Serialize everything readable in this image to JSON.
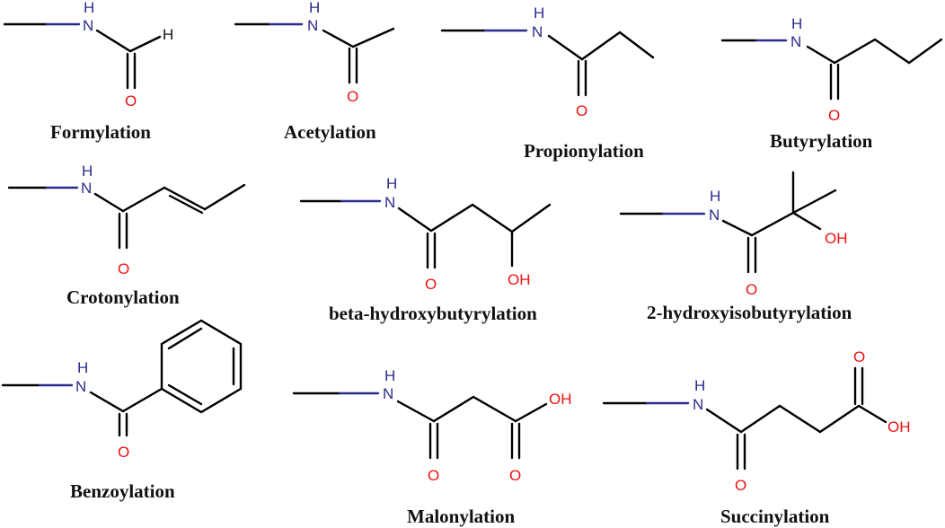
{
  "colors": {
    "bond": "#000000",
    "nitrogen": "#2b2b8c",
    "oxygen": "#ee1111",
    "hydrogen": "#111111"
  },
  "atoms": {
    "nh": "H",
    "n": "N",
    "o": "O",
    "oh": "OH",
    "h": "H"
  },
  "structures": [
    {
      "id": "formylation",
      "name": "Formylation"
    },
    {
      "id": "acetylation",
      "name": "Acetylation"
    },
    {
      "id": "propionylation",
      "name": "Propionylation"
    },
    {
      "id": "butyrylation",
      "name": "Butyrylation"
    },
    {
      "id": "crotonylation",
      "name": "Crotonylation"
    },
    {
      "id": "beta-hydroxybutyrylation",
      "name": "beta-hydroxybutyrylation"
    },
    {
      "id": "2-hydroxyisobutyrylation",
      "name": "2-hydroxyisobutyrylation"
    },
    {
      "id": "benzoylation",
      "name": "Benzoylation"
    },
    {
      "id": "malonylation",
      "name": "Malonylation"
    },
    {
      "id": "succinylation",
      "name": "Succinylation"
    }
  ]
}
